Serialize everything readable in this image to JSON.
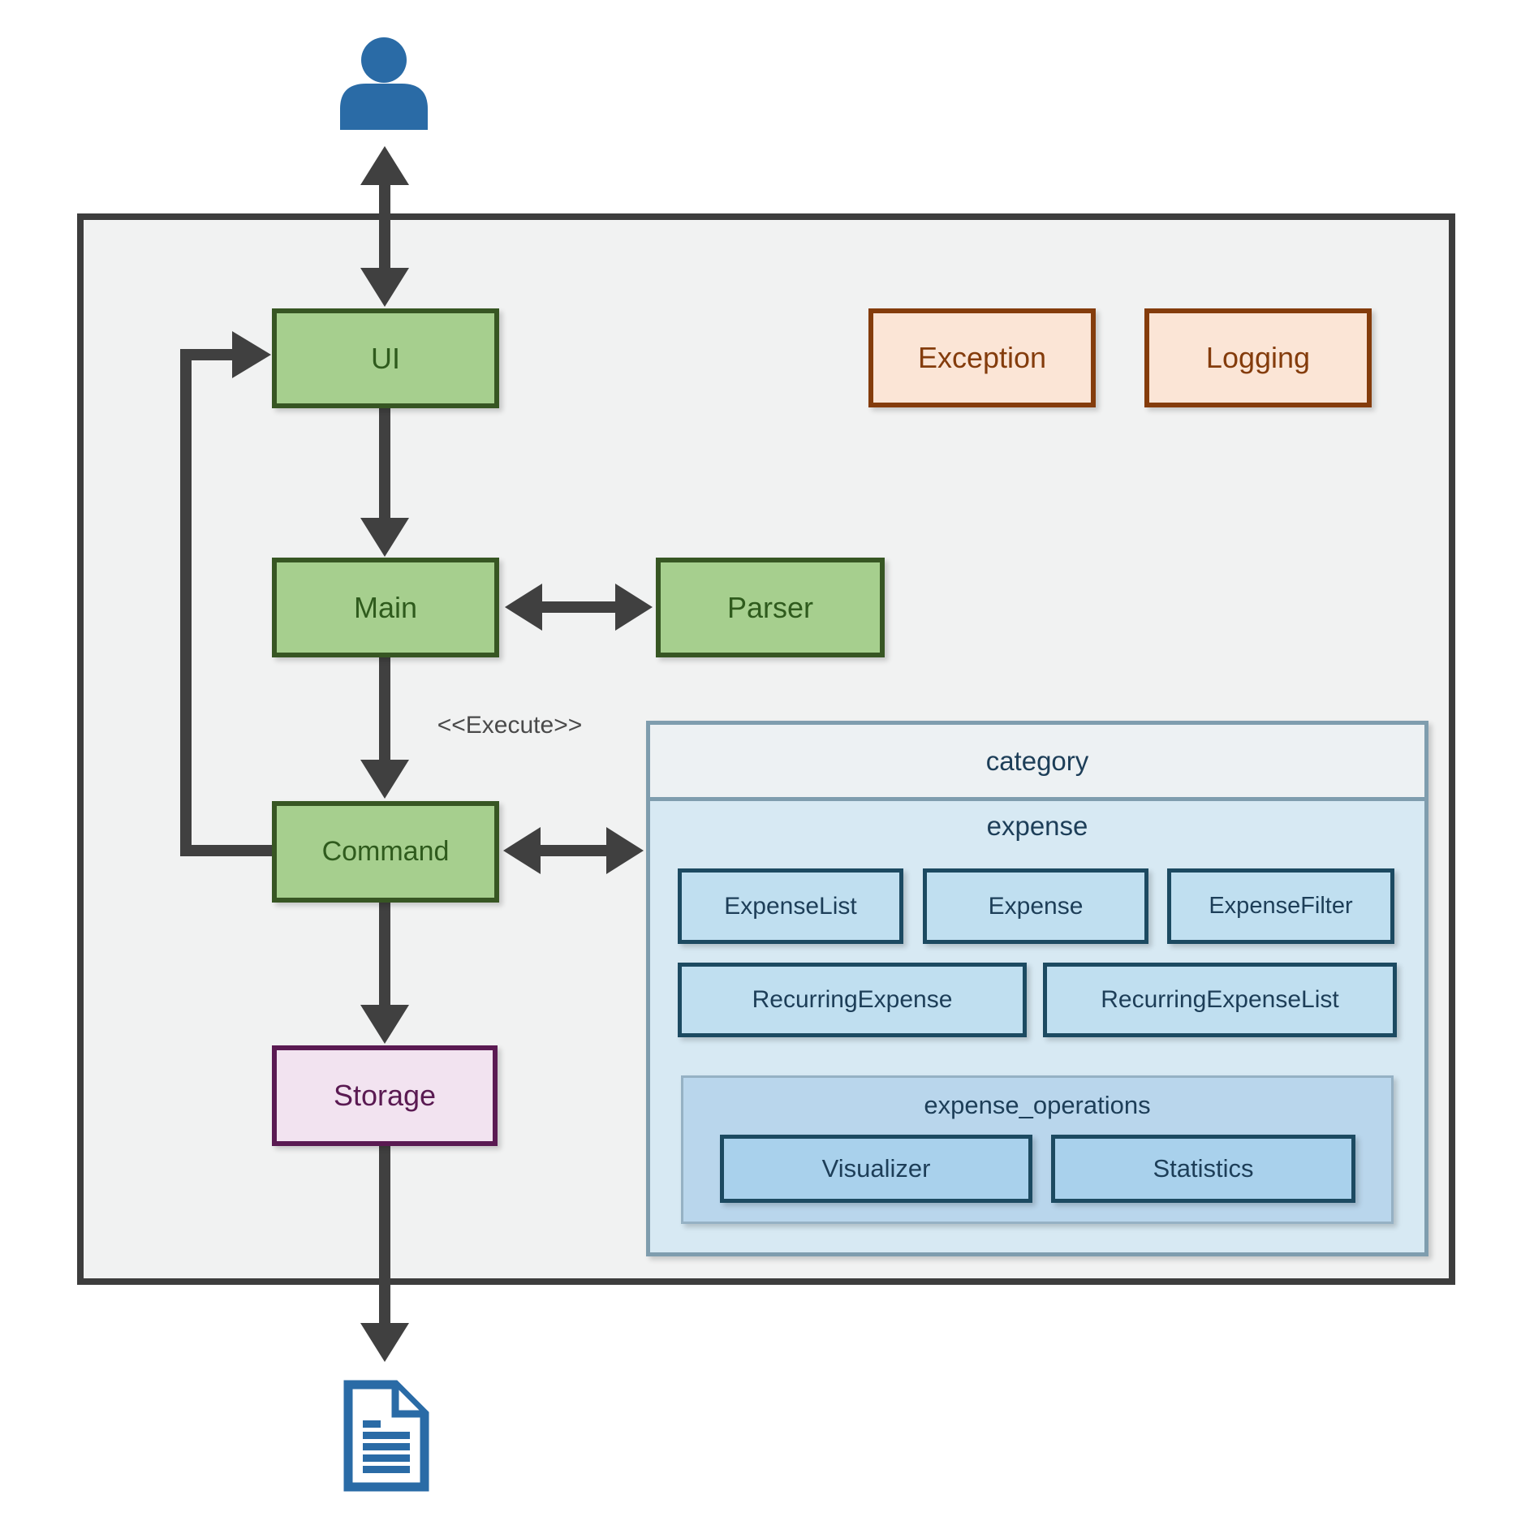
{
  "boxes": {
    "ui": "UI",
    "main": "Main",
    "parser": "Parser",
    "command": "Command",
    "storage": "Storage",
    "exception": "Exception",
    "logging": "Logging"
  },
  "packages": {
    "category": "category",
    "expense": "expense",
    "operations": "expense_operations"
  },
  "classes": {
    "expense_list": "ExpenseList",
    "expense": "Expense",
    "expense_filter": "ExpenseFilter",
    "recurring_expense": "RecurringExpense",
    "recurring_expense_list": "RecurringExpenseList",
    "visualizer": "Visualizer",
    "statistics": "Statistics"
  },
  "labels": {
    "execute": "<<Execute>>"
  },
  "icons": {
    "actor": "person-icon",
    "document": "document-icon"
  },
  "colors": {
    "arrow": "#404040",
    "boundary-border": "#3d3d3d",
    "boundary-fill": "#f1f2f2",
    "green-fill": "#a6cf8e",
    "green-border": "#375623",
    "green-text": "#2f5b1d",
    "orange-fill": "#fbe5d6",
    "orange-border": "#843c0c",
    "orange-text": "#843c0c",
    "purple-fill": "#f2e3f0",
    "purple-border": "#5a1a52",
    "purple-text": "#5a1a52",
    "package-border": "#7f9dae",
    "category-fill": "#edf1f3",
    "expense-fill": "#d7e9f3",
    "class-fill": "#c0dff0",
    "class-border": "#1c4a61",
    "blue-text": "#1d3e58",
    "ops-fill": "#b9d6ec",
    "ops-border": "#95b1c4",
    "opsbox-fill": "#a9d1ec",
    "icon-blue": "#2a6ba6",
    "execute-text": "#4a4a4a"
  }
}
